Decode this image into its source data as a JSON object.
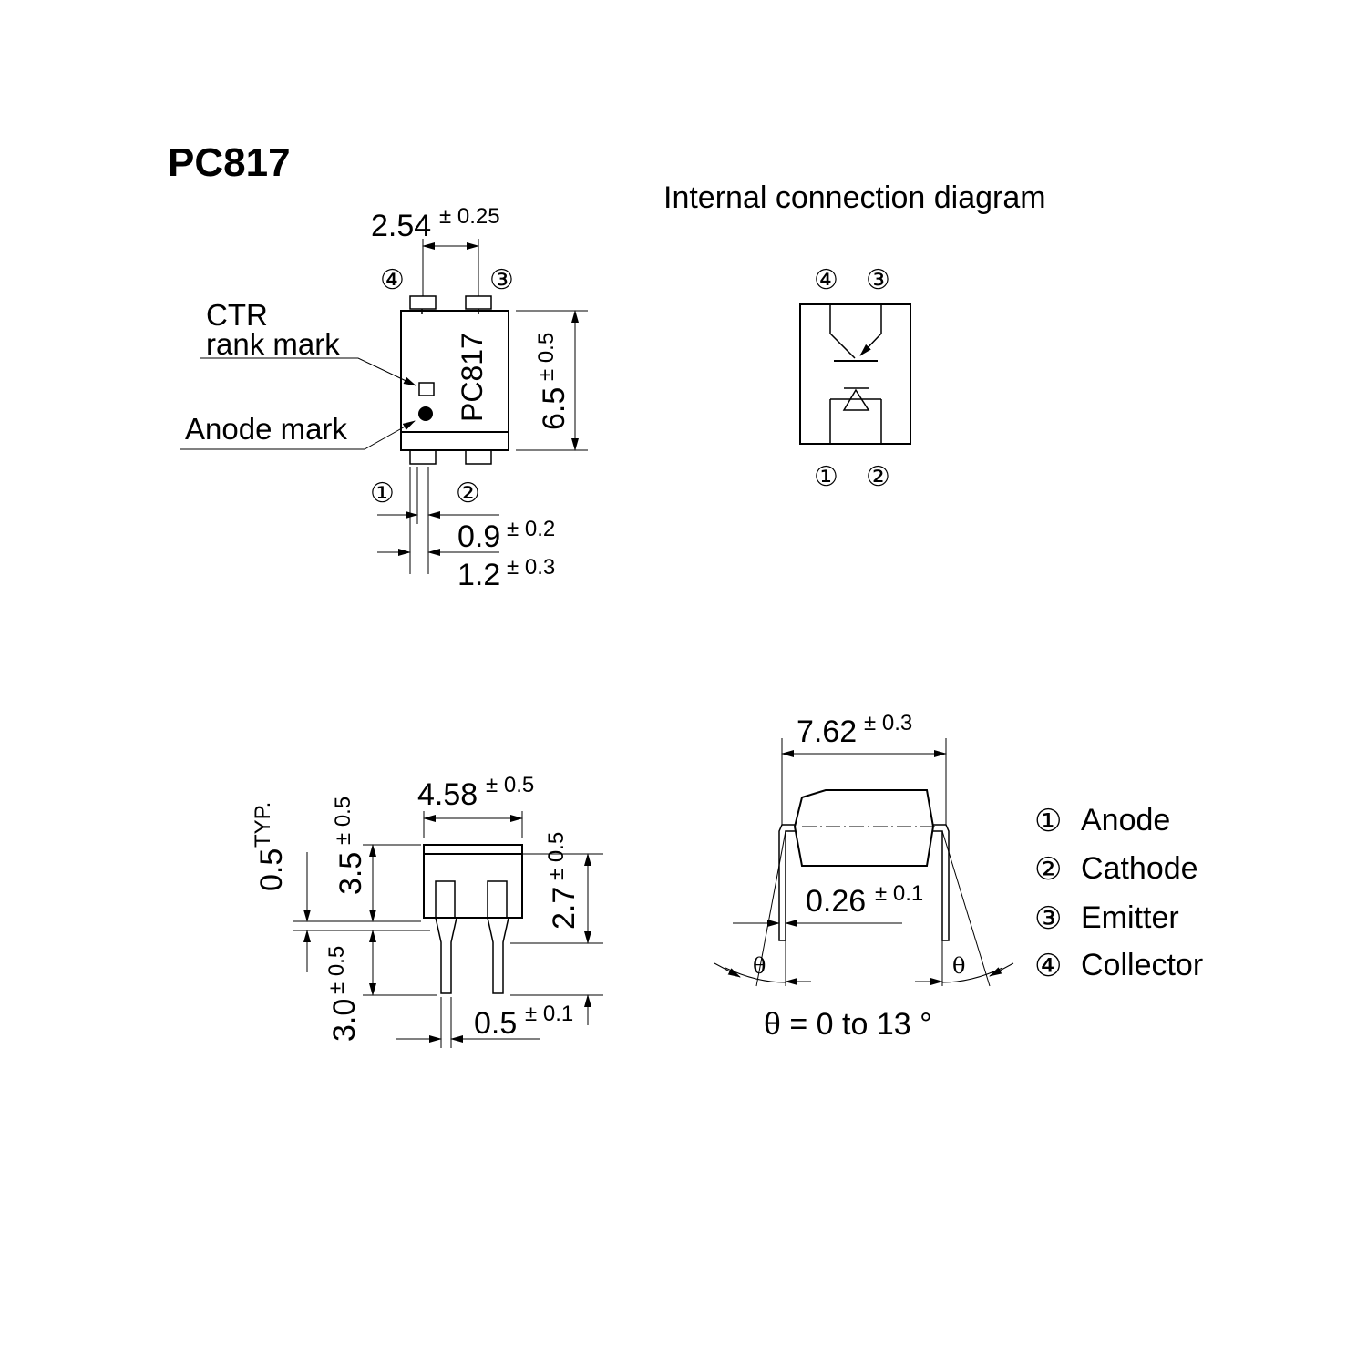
{
  "title": "PC817",
  "diagram_title": "Internal connection diagram",
  "top_view": {
    "part_marking": "PC817",
    "ctr_label_line1": "CTR",
    "ctr_label_line2": "rank mark",
    "anode_mark_label": "Anode mark",
    "pitch": {
      "value": "2.54",
      "tol": "± 0.25"
    },
    "height": {
      "value": "6.5",
      "tol": "± 0.5"
    },
    "lead_width": {
      "value": "0.9",
      "tol": "± 0.2"
    },
    "lead_shoulder": {
      "value": "1.2",
      "tol": "± 0.3"
    },
    "pins_top": [
      "④",
      "③"
    ],
    "pins_bottom": [
      "①",
      "②"
    ]
  },
  "internal": {
    "pins_top": [
      "④",
      "③"
    ],
    "pins_bottom": [
      "①",
      "②"
    ]
  },
  "front_view": {
    "body_width": {
      "value": "4.58",
      "tol": "± 0.5"
    },
    "body_height": {
      "value": "3.5",
      "tol": "± 0.5"
    },
    "standoff": {
      "value": "0.5",
      "suffix": "TYP."
    },
    "lead_length": {
      "value": "3.0",
      "tol": "± 0.5"
    },
    "seating": {
      "value": "2.7",
      "tol": "± 0.5"
    },
    "lead_thickness": {
      "value": "0.5",
      "tol": "± 0.1"
    }
  },
  "side_view": {
    "row_spacing": {
      "value": "7.62",
      "tol": "± 0.3"
    },
    "lead_thickness": {
      "value": "0.26",
      "tol": "± 0.1"
    },
    "theta_symbol": "θ",
    "theta_note": "θ =  0 to 13 °"
  },
  "legend": [
    {
      "num": "①",
      "name": "Anode"
    },
    {
      "num": "②",
      "name": "Cathode"
    },
    {
      "num": "③",
      "name": "Emitter"
    },
    {
      "num": "④",
      "name": "Collector"
    }
  ]
}
